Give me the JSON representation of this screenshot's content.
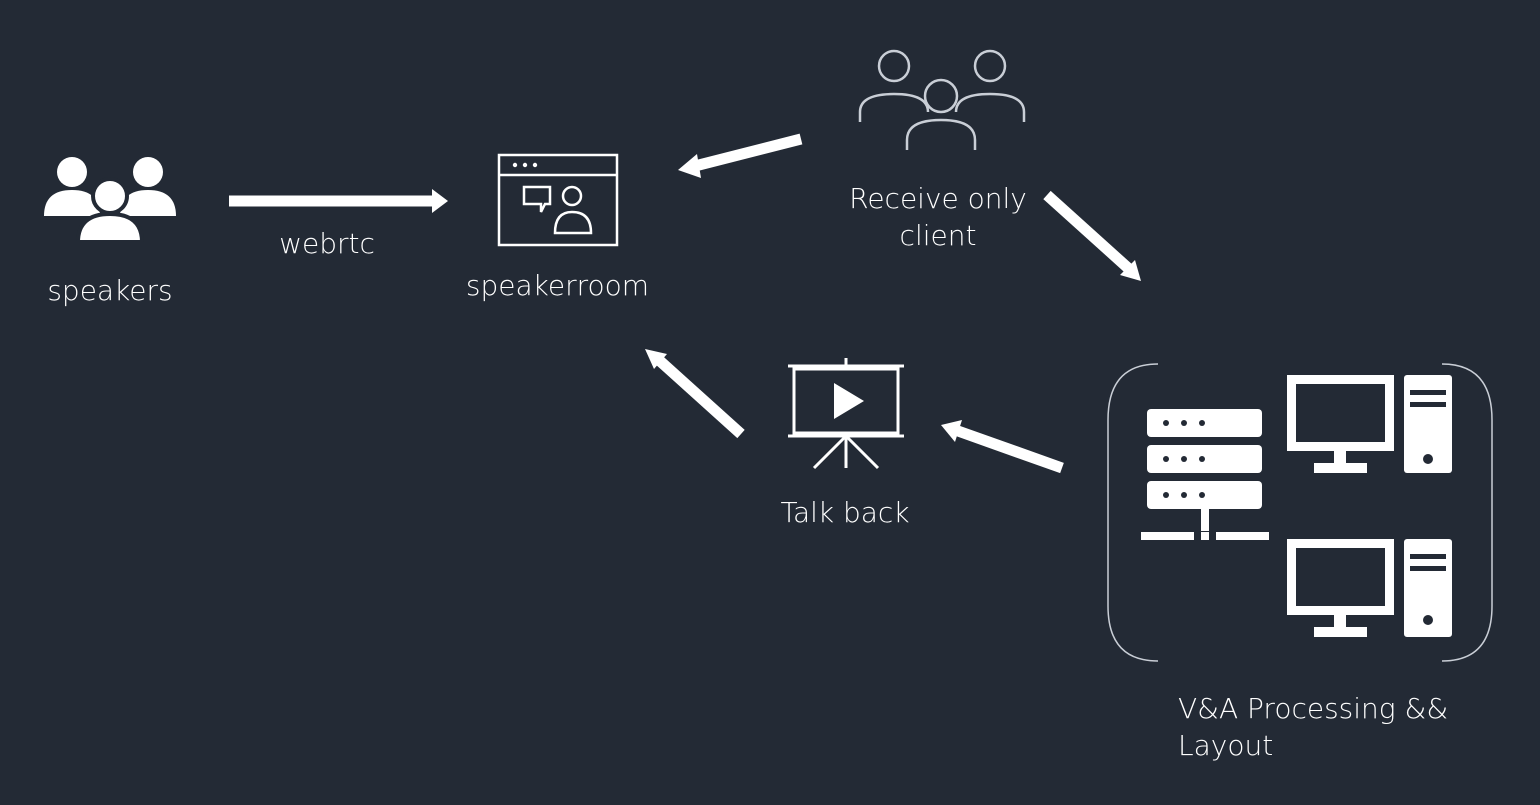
{
  "colors": {
    "background": "#232a35",
    "foreground": "#ffffff",
    "group_outline": "#c9ced6"
  },
  "nodes": {
    "speakers": {
      "label": "speakers",
      "icon": "speakers-group-icon"
    },
    "speakerroom": {
      "label": "speakerroom",
      "icon": "video-chat-window-icon"
    },
    "receive_only_client": {
      "label_line1": "Receive only",
      "label_line2": "client",
      "icon": "users-outline-icon"
    },
    "talk_back": {
      "label": "Talk back",
      "icon": "presentation-screen-icon"
    },
    "processing": {
      "label_line1": "V&A Processing &&",
      "label_line2": "Layout",
      "icons": [
        "server-rack-icon",
        "desktop-computer-icon",
        "desktop-computer-icon"
      ]
    }
  },
  "edges": [
    {
      "from": "speakers",
      "to": "speakerroom",
      "label": "webrtc"
    },
    {
      "from": "receive_only_client",
      "to": "speakerroom",
      "label": ""
    },
    {
      "from": "receive_only_client",
      "to": "processing",
      "label": ""
    },
    {
      "from": "processing",
      "to": "talk_back",
      "label": ""
    },
    {
      "from": "talk_back",
      "to": "speakerroom",
      "label": ""
    }
  ]
}
